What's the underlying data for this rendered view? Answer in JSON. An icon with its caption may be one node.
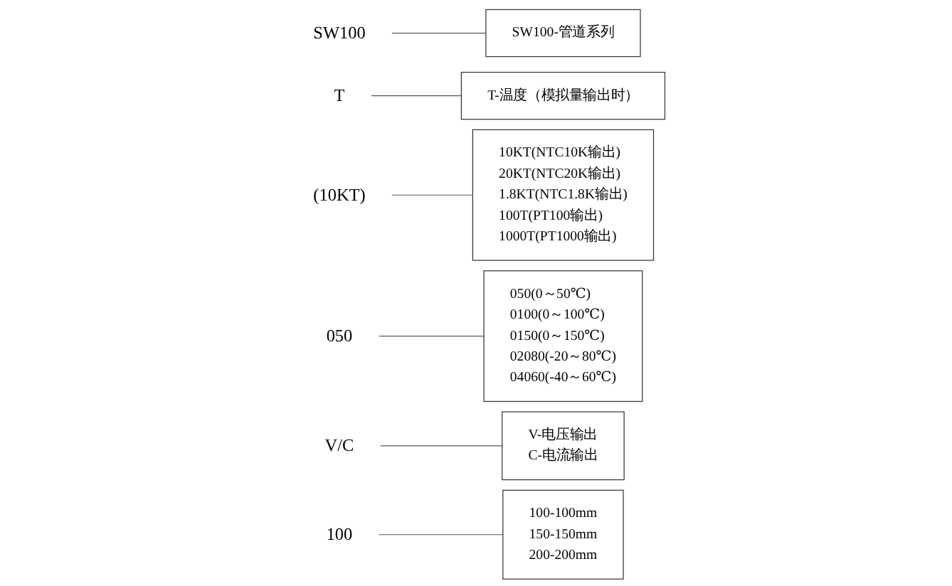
{
  "diagram": {
    "nodes": [
      {
        "text": [
          "SW100"
        ]
      },
      {
        "text": [
          "T"
        ]
      },
      {
        "text": [
          "(10KT)"
        ]
      },
      {
        "text": [
          "050"
        ]
      },
      {
        "text": [
          "V/C"
        ]
      },
      {
        "text": [
          "100"
        ]
      },
      {
        "text": [
          "100-100mm",
          "150-150mm",
          "200-200mm"
        ]
      },
      {
        "text": [
          "V-电压输出",
          "C-电流输出"
        ]
      },
      {
        "text": [
          "050(0～50℃)",
          "0100(0～100℃)",
          "0150(0～150℃)",
          "02080(-20～80℃)",
          "04060(-40～60℃)"
        ]
      },
      {
        "text": [
          "10KT(NTC10K输出)",
          "20KT(NTC20K输出)",
          "1.8KT(NTC1.8K输出)",
          "100T(PT100输出)",
          "1000T(PT1000输出)"
        ]
      },
      {
        "text": [
          "T-温度（模拟量输出时）"
        ]
      },
      {
        "text": [
          "SW100-管道系列"
        ]
      }
    ],
    "edges": [
      {
        "from": 5,
        "to": 6,
        "arrow": "none"
      },
      {
        "from": 4,
        "to": 7,
        "arrow": "none"
      },
      {
        "from": 3,
        "to": 8,
        "arrow": "none"
      },
      {
        "from": 2,
        "to": 9,
        "arrow": "none"
      },
      {
        "from": 1,
        "to": 10,
        "arrow": "none"
      },
      {
        "from": 0,
        "to": 11,
        "arrow": "none"
      }
    ]
  }
}
